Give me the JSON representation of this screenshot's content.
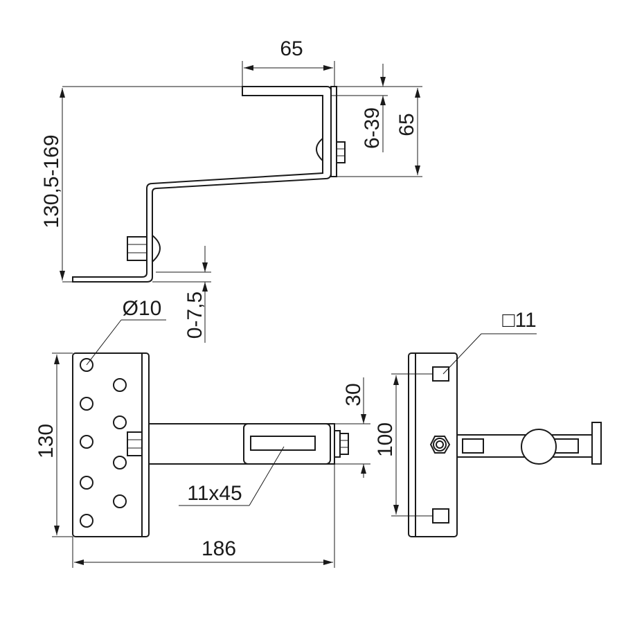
{
  "dimensions": {
    "top_width": "65",
    "adjust_range": "6-39",
    "right_height": "65",
    "total_height": "130,5-169",
    "bottom_offset": "0-7,5",
    "hole_diameter": "Ø10",
    "square_hole": "□11",
    "plate_height": "130",
    "arm_width": "30",
    "square_spacing": "100",
    "slot_size": "11x45",
    "total_length": "186"
  },
  "colors": {
    "line": "#1a1a1a",
    "background": "#ffffff"
  }
}
